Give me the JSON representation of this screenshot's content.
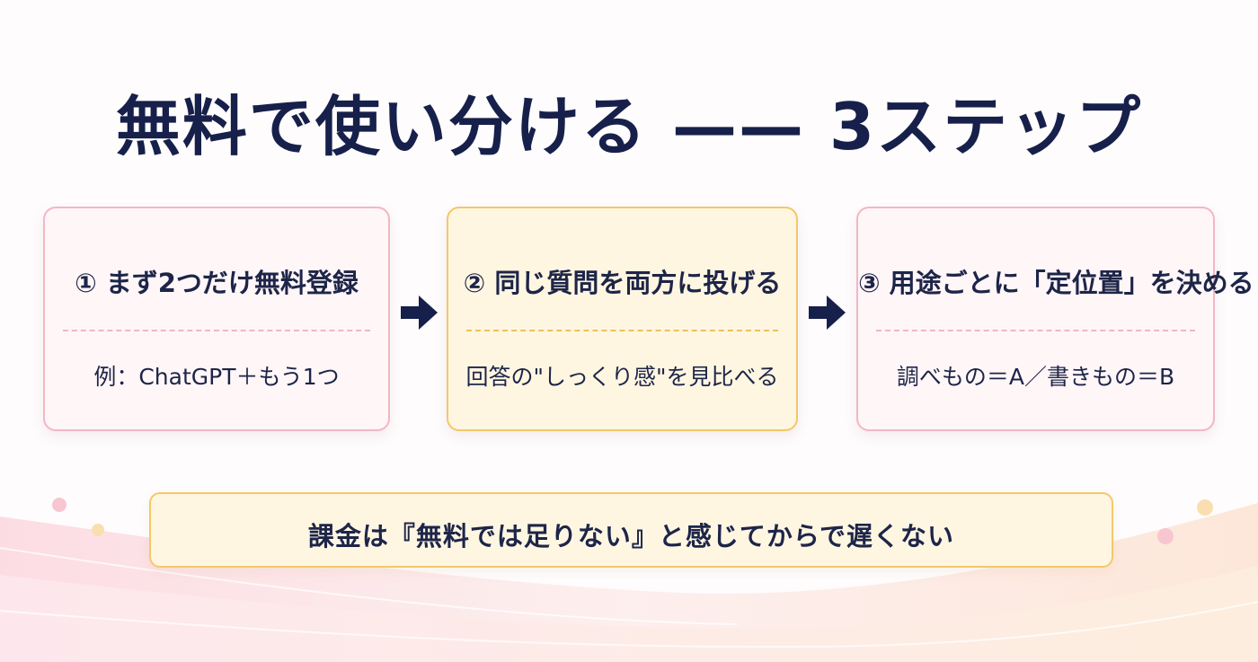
{
  "title": "無料で使い分ける —— 3ステップ",
  "steps": [
    {
      "title": "① まず2つだけ無料登録",
      "example": "例：ChatGPT＋もう1つ"
    },
    {
      "title": "② 同じ質問を両方に投げる",
      "example": "回答の\"しっくり感\"を見比べる"
    },
    {
      "title": "③ 用途ごとに「定位置」を決める",
      "example": "調べもの＝A／書きもの＝B"
    }
  ],
  "callout": "課金は『無料では足りない』と感じてからで遅くない",
  "colors": {
    "navy": "#16204a",
    "card_pink_border": "#f2b7c5",
    "card_pink_fill": "#fff6f8",
    "card_yellow_border": "#f2c866",
    "card_yellow_fill": "#fff6e1",
    "accent_pink_dot": "#f8c6d0",
    "accent_yellow_dot": "#f9dfb0"
  },
  "icons": [
    "arrow-right-icon",
    "arrow-right-icon"
  ]
}
